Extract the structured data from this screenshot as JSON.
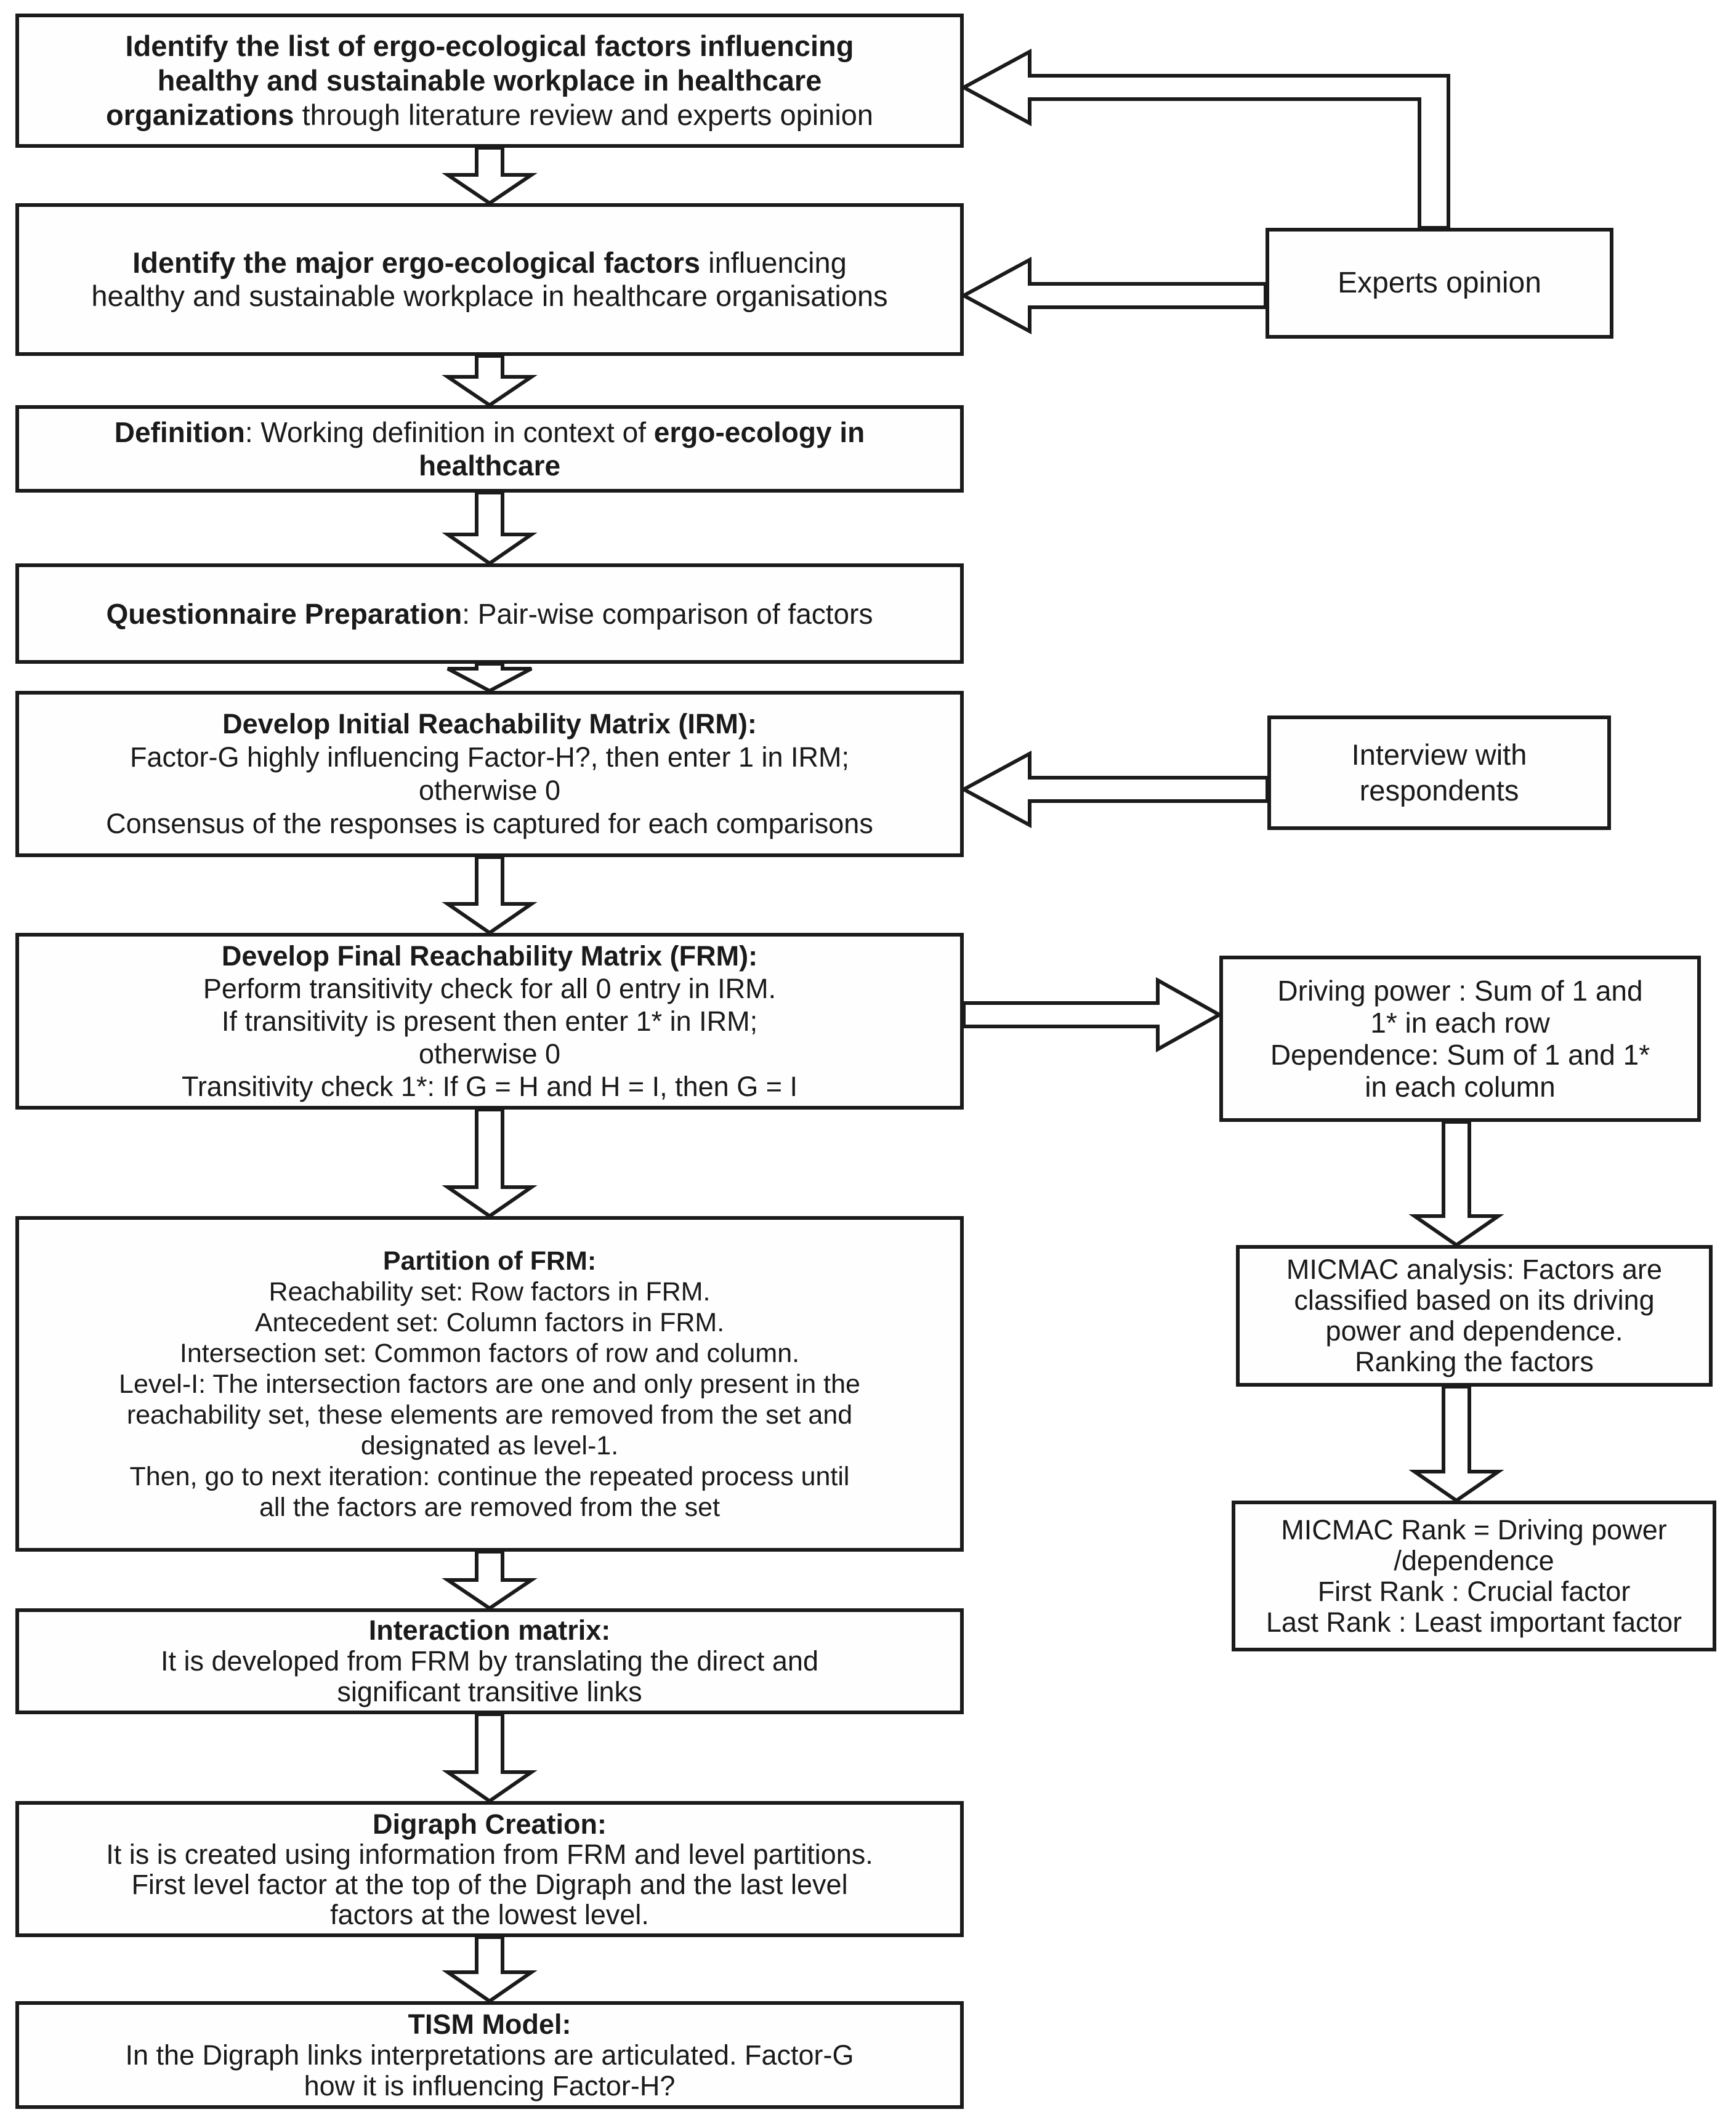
{
  "diagram": {
    "title_semantic": "TISM methodology flowchart",
    "colors": {
      "border": "#1b1b1b",
      "background": "#ffffff",
      "text": "#1a1a1a"
    },
    "main_flow": [
      {
        "id": "identify-factor-list",
        "lines": [
          [
            {
              "t": "Identify the list of ergo-ecological factors influencing",
              "b": true
            }
          ],
          [
            {
              "t": "healthy and sustainable workplace in healthcare",
              "b": true
            }
          ],
          [
            {
              "t": "organizations",
              "b": true
            },
            {
              "t": " through literature review and experts opinion",
              "b": false
            }
          ]
        ]
      },
      {
        "id": "identify-major-factors",
        "lines": [
          [
            {
              "t": "Identify the major ergo-ecological factors",
              "b": true
            },
            {
              "t": " influencing",
              "b": false
            }
          ],
          [
            {
              "t": "healthy and sustainable workplace in healthcare organisations",
              "b": false
            }
          ]
        ]
      },
      {
        "id": "definition",
        "lines": [
          [
            {
              "t": "Definition",
              "b": true
            },
            {
              "t": ": Working definition in context of ",
              "b": false
            },
            {
              "t": "ergo-ecology in",
              "b": true
            }
          ],
          [
            {
              "t": "healthcare",
              "b": true
            }
          ]
        ]
      },
      {
        "id": "questionnaire-preparation",
        "lines": [
          [
            {
              "t": "Questionnaire Preparation",
              "b": true
            },
            {
              "t": ": Pair-wise comparison of factors",
              "b": false
            }
          ]
        ]
      },
      {
        "id": "initial-reachability-matrix",
        "lines": [
          [
            {
              "t": "Develop Initial Reachability Matrix (IRM):",
              "b": true
            }
          ],
          [
            {
              "t": "Factor-G highly influencing Factor-H?, then enter 1 in IRM;",
              "b": false
            }
          ],
          [
            {
              "t": "otherwise 0",
              "b": false
            }
          ],
          [
            {
              "t": "Consensus of the responses is captured for each comparisons",
              "b": false
            }
          ]
        ]
      },
      {
        "id": "final-reachability-matrix",
        "lines": [
          [
            {
              "t": "Develop Final Reachability Matrix (FRM):",
              "b": true
            }
          ],
          [
            {
              "t": "Perform transitivity check for all 0 entry in IRM.",
              "b": false
            }
          ],
          [
            {
              "t": "If transitivity is present then enter 1* in IRM;",
              "b": false
            }
          ],
          [
            {
              "t": "otherwise 0",
              "b": false
            }
          ],
          [
            {
              "t": "Transitivity check 1*: If G = H and H = I, then G = I",
              "b": false
            }
          ]
        ]
      },
      {
        "id": "partition-of-frm",
        "lines": [
          [
            {
              "t": "Partition of FRM:",
              "b": true
            }
          ],
          [
            {
              "t": "Reachability set: Row factors in FRM.",
              "b": false
            }
          ],
          [
            {
              "t": "Antecedent set: Column factors in FRM.",
              "b": false
            }
          ],
          [
            {
              "t": "Intersection set: Common factors of row and column.",
              "b": false
            }
          ],
          [
            {
              "t": "Level-I: The intersection factors are one and only present in the",
              "b": false
            }
          ],
          [
            {
              "t": "reachability set, these elements are removed from the set and",
              "b": false
            }
          ],
          [
            {
              "t": "designated as level-1.",
              "b": false
            }
          ],
          [
            {
              "t": "Then, go to next iteration: continue the repeated process until",
              "b": false
            }
          ],
          [
            {
              "t": "all the factors are removed from the set",
              "b": false
            }
          ]
        ]
      },
      {
        "id": "interaction-matrix",
        "lines": [
          [
            {
              "t": "Interaction matrix:",
              "b": true
            }
          ],
          [
            {
              "t": "It is developed from FRM by translating the direct and",
              "b": false
            }
          ],
          [
            {
              "t": "significant transitive links",
              "b": false
            }
          ]
        ]
      },
      {
        "id": "digraph-creation",
        "lines": [
          [
            {
              "t": "Digraph Creation:",
              "b": true
            }
          ],
          [
            {
              "t": "It is is created using information from FRM and level partitions.",
              "b": false
            }
          ],
          [
            {
              "t": "First level factor at the top of the Digraph and the last level",
              "b": false
            }
          ],
          [
            {
              "t": "factors at the lowest level.",
              "b": false
            }
          ]
        ]
      },
      {
        "id": "tism-model",
        "lines": [
          [
            {
              "t": "TISM Model:",
              "b": true
            }
          ],
          [
            {
              "t": "In the Digraph links interpretations are articulated. Factor-G",
              "b": false
            }
          ],
          [
            {
              "t": "how it is influencing Factor-H?",
              "b": false
            }
          ]
        ]
      }
    ],
    "side_boxes": [
      {
        "id": "experts-opinion",
        "lines": [
          [
            {
              "t": "Experts opinion",
              "b": false
            }
          ]
        ]
      },
      {
        "id": "interview-respondents",
        "lines": [
          [
            {
              "t": "Interview with",
              "b": false
            }
          ],
          [
            {
              "t": "respondents",
              "b": false
            }
          ]
        ]
      },
      {
        "id": "driving-power-dependence",
        "lines": [
          [
            {
              "t": "Driving power : Sum of 1 and",
              "b": false
            }
          ],
          [
            {
              "t": "1* in each row",
              "b": false
            }
          ],
          [
            {
              "t": "Dependence: Sum of 1 and 1*",
              "b": false
            }
          ],
          [
            {
              "t": "in each column",
              "b": false
            }
          ]
        ]
      },
      {
        "id": "micmac-analysis",
        "lines": [
          [
            {
              "t": "MICMAC analysis: Factors are",
              "b": false
            }
          ],
          [
            {
              "t": "classified based on its driving",
              "b": false
            }
          ],
          [
            {
              "t": "power and dependence.",
              "b": false
            }
          ],
          [
            {
              "t": "Ranking the factors",
              "b": false
            }
          ]
        ]
      },
      {
        "id": "micmac-rank",
        "lines": [
          [
            {
              "t": "MICMAC Rank = Driving power",
              "b": false
            }
          ],
          [
            {
              "t": "/dependence",
              "b": false
            }
          ],
          [
            {
              "t": "First Rank : Crucial factor",
              "b": false
            }
          ],
          [
            {
              "t": "Last Rank : Least important factor",
              "b": false
            }
          ]
        ]
      }
    ],
    "connections": [
      {
        "from": "identify-factor-list",
        "to": "identify-major-factors"
      },
      {
        "from": "identify-major-factors",
        "to": "definition"
      },
      {
        "from": "definition",
        "to": "questionnaire-preparation"
      },
      {
        "from": "questionnaire-preparation",
        "to": "initial-reachability-matrix"
      },
      {
        "from": "initial-reachability-matrix",
        "to": "final-reachability-matrix"
      },
      {
        "from": "final-reachability-matrix",
        "to": "partition-of-frm"
      },
      {
        "from": "partition-of-frm",
        "to": "interaction-matrix"
      },
      {
        "from": "interaction-matrix",
        "to": "digraph-creation"
      },
      {
        "from": "digraph-creation",
        "to": "tism-model"
      },
      {
        "from": "experts-opinion",
        "to": "identify-factor-list"
      },
      {
        "from": "experts-opinion",
        "to": "identify-major-factors"
      },
      {
        "from": "interview-respondents",
        "to": "initial-reachability-matrix"
      },
      {
        "from": "final-reachability-matrix",
        "to": "driving-power-dependence"
      },
      {
        "from": "driving-power-dependence",
        "to": "micmac-analysis"
      },
      {
        "from": "micmac-analysis",
        "to": "micmac-rank"
      }
    ]
  }
}
